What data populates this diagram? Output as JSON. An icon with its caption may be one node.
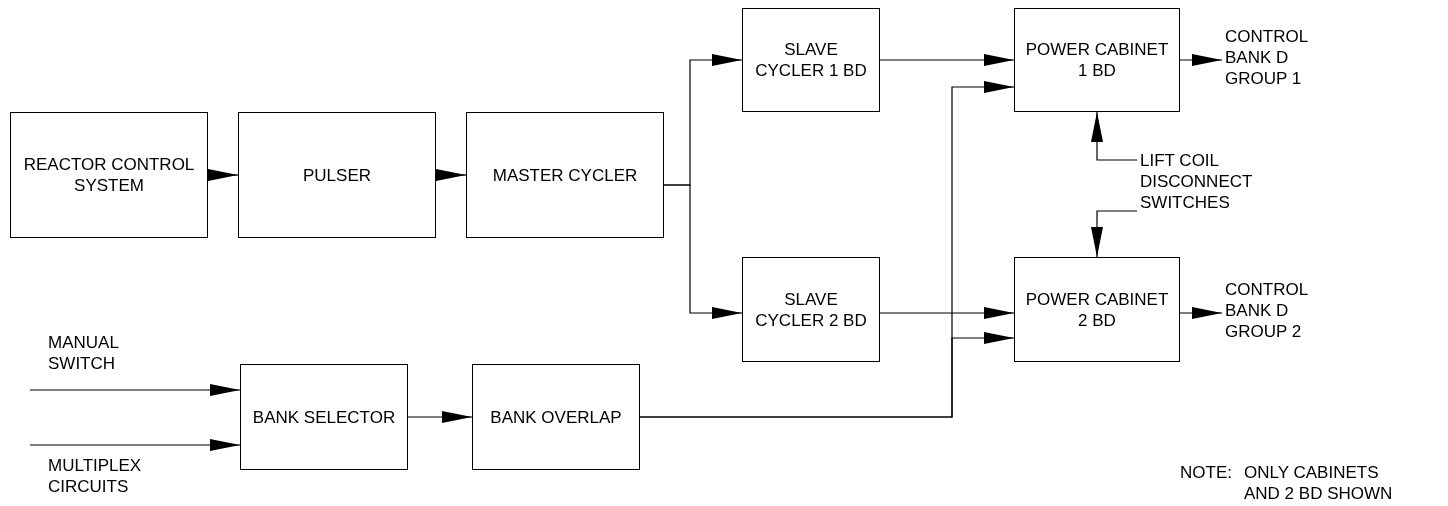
{
  "diagram": {
    "nodes": [
      {
        "text": [
          "REACTOR CONTROL SYSTEM"
        ]
      },
      {
        "text": [
          "PULSER"
        ]
      },
      {
        "text": [
          "MASTER CYCLER"
        ]
      },
      {
        "text": [
          "SLAVE CYCLER 1 BD"
        ]
      },
      {
        "text": [
          "POWER CABINET 1 BD"
        ]
      },
      {
        "text": [
          "CONTROL BANK D GROUP 1"
        ]
      },
      {
        "text": [
          "LIFT COIL DISCONNECT SWITCHES"
        ]
      },
      {
        "text": [
          "SLAVE CYCLER 2 BD"
        ]
      },
      {
        "text": [
          "POWER CABINET 2 BD"
        ]
      },
      {
        "text": [
          "CONTROL BANK D GROUP 2"
        ]
      },
      {
        "text": [
          "BANK SELECTOR"
        ]
      },
      {
        "text": [
          "BANK OVERLAP"
        ]
      }
    ],
    "edges": [
      {
        "from": 0,
        "to": 1,
        "arrow": "to"
      },
      {
        "from": 1,
        "to": 2,
        "arrow": "to"
      },
      {
        "from": 2,
        "to": 3,
        "arrow": "to"
      },
      {
        "from": 2,
        "to": 7,
        "arrow": "to"
      },
      {
        "from": 3,
        "to": 4,
        "arrow": "to"
      },
      {
        "from": 4,
        "to": 5,
        "arrow": "to"
      },
      {
        "from": 6,
        "to": 4,
        "arrow": "to"
      },
      {
        "from": 6,
        "to": 8,
        "arrow": "to"
      },
      {
        "from": 7,
        "to": 8,
        "arrow": "to"
      },
      {
        "from": 8,
        "to": 9,
        "arrow": "to"
      },
      {
        "from": 11,
        "to": 4,
        "arrow": "to"
      },
      {
        "from": 11,
        "to": 8,
        "arrow": "to"
      },
      {
        "from": 10,
        "to": 11,
        "arrow": "to"
      },
      {
        "from": null,
        "to": 10,
        "arrow": "to",
        "label": "MANUAL SWITCH"
      },
      {
        "from": null,
        "to": 10,
        "arrow": "to",
        "label": "MULTIPLEX CIRCUITS"
      }
    ],
    "labels": [
      "NOTE:",
      "ONLY CABINETS AND 2 BD SHOWN"
    ]
  }
}
